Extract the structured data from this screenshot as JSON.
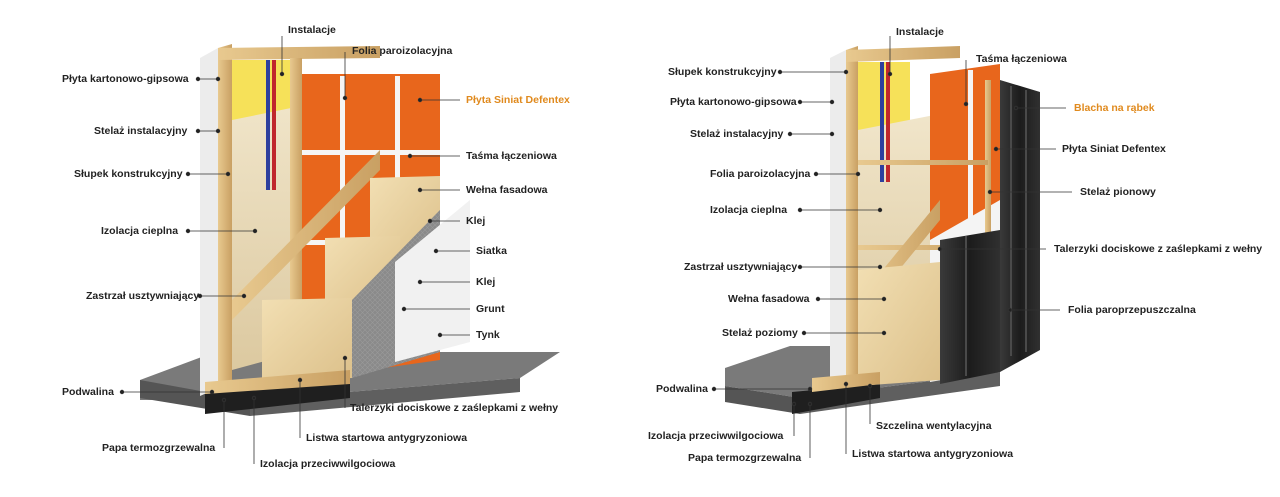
{
  "colors": {
    "orange_board": "#e8661c",
    "wood": "#d8b477",
    "insulation": "#efe3c8",
    "vapor_yellow": "#f7de3a",
    "concrete": "#6f6f6f",
    "membrane": "#1f1f1f",
    "metal_sheet": "#262626",
    "accent_label": "#e08a1e",
    "label": "#222222"
  },
  "left_diagram": {
    "labels": [
      {
        "id": "instalacje",
        "text": "Instalacje"
      },
      {
        "id": "folia-paroizolacyjna",
        "text": "Folia paroizolacyjna"
      },
      {
        "id": "plyta-kartonowo-gipsowa",
        "text": "Płyta kartonowo-gipsowa"
      },
      {
        "id": "plyta-siniat-defentex",
        "text": "Płyta Siniat Defentex",
        "highlight": true
      },
      {
        "id": "stelaz-instalacyjny",
        "text": "Stelaż instalacyjny"
      },
      {
        "id": "tasma-laczeniowa",
        "text": "Taśma łączeniowa"
      },
      {
        "id": "slupek-konstrukcyjny",
        "text": "Słupek konstrukcyjny"
      },
      {
        "id": "welna-fasadowa",
        "text": "Wełna fasadowa"
      },
      {
        "id": "klej-1",
        "text": "Klej"
      },
      {
        "id": "izolacja-cieplna",
        "text": "Izolacja cieplna"
      },
      {
        "id": "siatka",
        "text": "Siatka"
      },
      {
        "id": "klej-2",
        "text": "Klej"
      },
      {
        "id": "zastrzal-usztywniajacy",
        "text": "Zastrzał usztywniający"
      },
      {
        "id": "grunt",
        "text": "Grunt"
      },
      {
        "id": "tynk",
        "text": "Tynk"
      },
      {
        "id": "podwalina",
        "text": "Podwalina"
      },
      {
        "id": "talerzyki",
        "text": "Talerzyki dociskowe z zaślepkami z wełny"
      },
      {
        "id": "listwa-startowa",
        "text": "Listwa startowa antygryzoniowa"
      },
      {
        "id": "papa-termozgrzewalna",
        "text": "Papa termozgrzewalna"
      },
      {
        "id": "izolacja-przeciwwilgociowa",
        "text": "Izolacja przeciwwilgociowa"
      }
    ]
  },
  "right_diagram": {
    "labels": [
      {
        "id": "instalacje",
        "text": "Instalacje"
      },
      {
        "id": "slupek-konstrukcyjny",
        "text": "Słupek konstrukcyjny"
      },
      {
        "id": "tasma-laczeniowa",
        "text": "Taśma łączeniowa"
      },
      {
        "id": "plyta-kartonowo-gipsowa",
        "text": "Płyta kartonowo-gipsowa"
      },
      {
        "id": "blacha-na-rabek",
        "text": "Blacha na rąbek",
        "highlight": true
      },
      {
        "id": "stelaz-instalacyjny",
        "text": "Stelaż instalacyjny"
      },
      {
        "id": "plyta-siniat-defentex",
        "text": "Płyta Siniat Defentex"
      },
      {
        "id": "folia-paroizolacyjna",
        "text": "Folia paroizolacyjna"
      },
      {
        "id": "stelaz-pionowy",
        "text": "Stelaż pionowy"
      },
      {
        "id": "izolacja-cieplna",
        "text": "Izolacja cieplna"
      },
      {
        "id": "talerzyki",
        "text": "Talerzyki dociskowe z zaślepkami z wełny"
      },
      {
        "id": "zastrzal-usztywniajacy",
        "text": "Zastrzał usztywniający"
      },
      {
        "id": "welna-fasadowa",
        "text": "Wełna fasadowa"
      },
      {
        "id": "folia-paroprzepuszczalna",
        "text": "Folia paroprzepuszczalna"
      },
      {
        "id": "stelaz-poziomy",
        "text": "Stelaż poziomy"
      },
      {
        "id": "podwalina",
        "text": "Podwalina"
      },
      {
        "id": "szczelina-wentylacyjna",
        "text": "Szczelina wentylacyjna"
      },
      {
        "id": "izolacja-przeciwwilgociowa",
        "text": "Izolacja przeciwwilgociowa"
      },
      {
        "id": "papa-termozgrzewalna",
        "text": "Papa termozgrzewalna"
      },
      {
        "id": "listwa-startowa",
        "text": "Listwa startowa antygryzoniowa"
      }
    ]
  }
}
